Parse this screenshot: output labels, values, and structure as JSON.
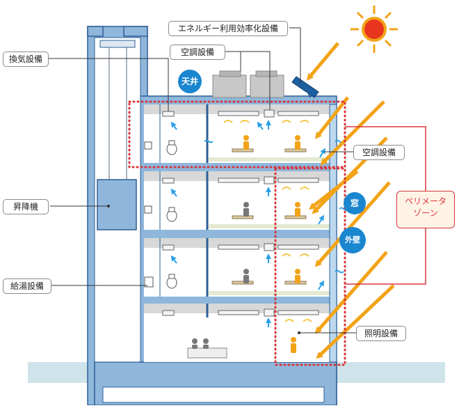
{
  "labels": {
    "energy": "エネルギー利用効率化設備",
    "hvac_top": "空調設備",
    "ventilation": "換気設備",
    "elevator": "昇降機",
    "hot_water": "給湯設備",
    "hvac_right": "空調設備",
    "lighting": "照明設備"
  },
  "badges": {
    "ceiling": "天井",
    "window": "窓",
    "outer_wall": "外壁"
  },
  "perimeter_zone": {
    "line1": "ペリメータ",
    "line2": "ゾーン"
  },
  "colors": {
    "structure": "#8fb7dc",
    "structure_stroke": "#2d5f95",
    "interior": "#ffffff",
    "floor": "#e3ead0",
    "sun_arrow": "#f2a317",
    "airflow": "#2aa0e6",
    "perimeter_dots": "#d8363b",
    "badge": "#1a86cf",
    "ground": "#cfe3ea"
  }
}
